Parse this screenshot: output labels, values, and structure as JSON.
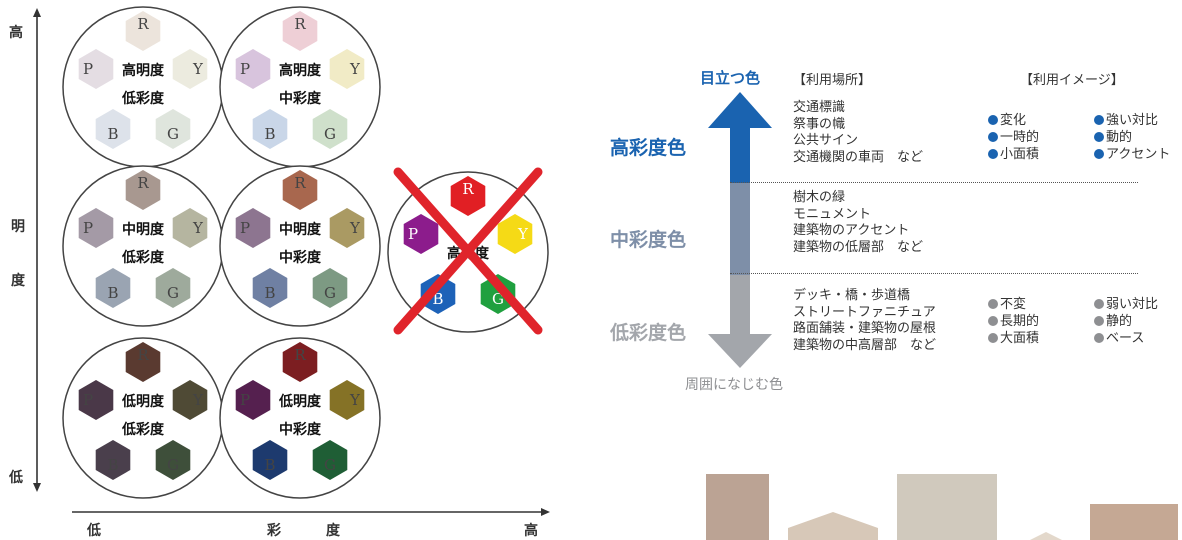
{
  "left_chart": {
    "y_axis_top": "高",
    "y_axis_mid1": "明",
    "y_axis_mid2": "度",
    "y_axis_bottom": "低",
    "x_axis_left": "低",
    "x_axis_mid1": "彩",
    "x_axis_mid2": "度",
    "x_axis_right": "高",
    "hue_labels": {
      "R": "R",
      "Y": "Y",
      "G": "G",
      "B": "B",
      "P": "P"
    },
    "circles": [
      {
        "id": "hl-ls",
        "brightness": "高明度",
        "saturation": "低彩度",
        "crossed": false,
        "colors": {
          "R": "#ece4dc",
          "Y": "#ecebdf",
          "G": "#dfe5dd",
          "B": "#dde2ea",
          "P": "#e4dde3"
        }
      },
      {
        "id": "hl-ms",
        "brightness": "高明度",
        "saturation": "中彩度",
        "crossed": false,
        "colors": {
          "R": "#eecfd6",
          "Y": "#f1ebc6",
          "G": "#cfe0cb",
          "B": "#c9d6e8",
          "P": "#d8c4dd"
        }
      },
      {
        "id": "ml-ls",
        "brightness": "中明度",
        "saturation": "低彩度",
        "crossed": false,
        "colors": {
          "R": "#a89890",
          "Y": "#b5b5a0",
          "G": "#9eaa9c",
          "B": "#9aa4b2",
          "P": "#a49aa6"
        }
      },
      {
        "id": "ml-ms",
        "brightness": "中明度",
        "saturation": "中彩度",
        "crossed": false,
        "colors": {
          "R": "#a8674e",
          "Y": "#aa9a63",
          "G": "#7d9a83",
          "B": "#6f80a3",
          "P": "#8d7590"
        }
      },
      {
        "id": "ml-hs",
        "brightness": "高彩度",
        "saturation": "",
        "crossed": true,
        "colors": {
          "R": "#e11f24",
          "Y": "#f5da16",
          "G": "#20a03f",
          "B": "#1d62b8",
          "P": "#8c1c8c"
        }
      },
      {
        "id": "ll-ls",
        "brightness": "低明度",
        "saturation": "低彩度",
        "crossed": false,
        "colors": {
          "R": "#5a3a30",
          "Y": "#4f4a35",
          "G": "#3e4f3a",
          "B": "#4a3f4c",
          "P": "#4a3848"
        }
      },
      {
        "id": "ll-ms",
        "brightness": "低明度",
        "saturation": "中彩度",
        "crossed": false,
        "colors": {
          "R": "#7c1e21",
          "Y": "#857226",
          "G": "#1f5e35",
          "B": "#1d3a6e",
          "P": "#55204f"
        }
      }
    ]
  },
  "right_chart": {
    "top_label": "目立つ色",
    "bottom_label": "周囲になじむ色",
    "header_place": "【利用場所】",
    "header_image": "【利用イメージ】",
    "rows": [
      {
        "category": "高彩度色",
        "color": "#1a63b0",
        "places": "交通標識\n祭事の幟\n公共サイン\n交通機関の車両　など",
        "images_col1": [
          "変化",
          "一時的",
          "小面積"
        ],
        "images_col2": [
          "強い対比",
          "動的",
          "アクセント"
        ]
      },
      {
        "category": "中彩度色",
        "color": "#7e8fa8",
        "places": "樹木の緑\nモニュメント\n建築物のアクセント\n建築物の低層部　など",
        "images_col1": [],
        "images_col2": []
      },
      {
        "category": "低彩度色",
        "color": "#a3a6ab",
        "places": "デッキ・橋・歩道橋\nストリートファニチュア\n路面舗装・建築物の屋根\n建築物の中高層部　など",
        "images_col1": [
          "不変",
          "長期的",
          "大面積"
        ],
        "images_col2": [
          "弱い対比",
          "静的",
          "ベース"
        ]
      }
    ],
    "bullet_colors": {
      "high": "#1a63b0",
      "low": "#8e8f92"
    },
    "arrow_colors": {
      "top": "#1a63b0",
      "mid": "#7e8fa8",
      "bottom": "#a3a6ab"
    }
  },
  "bottom_blocks": {
    "colors": [
      "#bba394",
      "#d7c8b8",
      "#d0c9bd",
      "#e3d8cb",
      "#c5a894"
    ]
  }
}
